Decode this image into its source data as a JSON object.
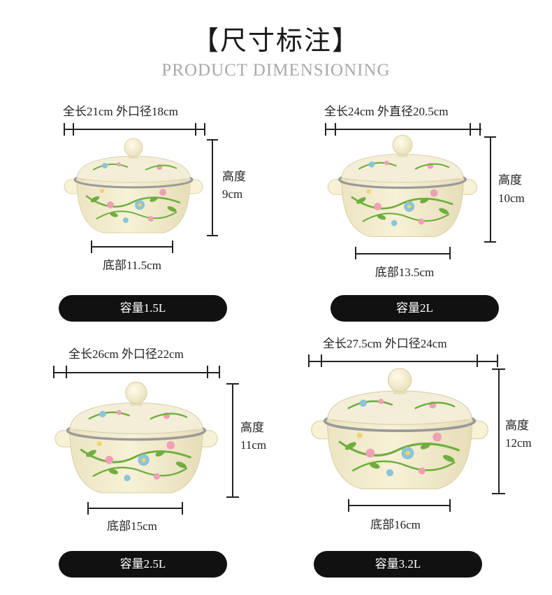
{
  "header": {
    "title": "【尺寸标注】",
    "subtitle": "PRODUCT DIMENSIONING"
  },
  "products": [
    {
      "width_label": "全长21cm 外口径18cm",
      "height_title": "高度",
      "height_value": "9cm",
      "base_label": "底部11.5cm",
      "capacity": "容量1.5L"
    },
    {
      "width_label": "全长24cm 外直径20.5cm",
      "height_title": "高度",
      "height_value": "10cm",
      "base_label": "底部13.5cm",
      "capacity": "容量2L"
    },
    {
      "width_label": "全长26cm 外口径22cm",
      "height_title": "高度",
      "height_value": "11cm",
      "base_label": "底部15cm",
      "capacity": "容量2.5L"
    },
    {
      "width_label": "全长27.5cm 外口径24cm",
      "height_title": "高度",
      "height_value": "12cm",
      "base_label": "底部16cm",
      "capacity": "容量3.2L"
    }
  ],
  "colors": {
    "enamel": "#f7f1d6",
    "rim": "#9a9a9a",
    "pill": "#111111",
    "leaf": "#6fae3e",
    "flower_blue": "#8cc4d8",
    "flower_pink": "#f0a0b4"
  }
}
